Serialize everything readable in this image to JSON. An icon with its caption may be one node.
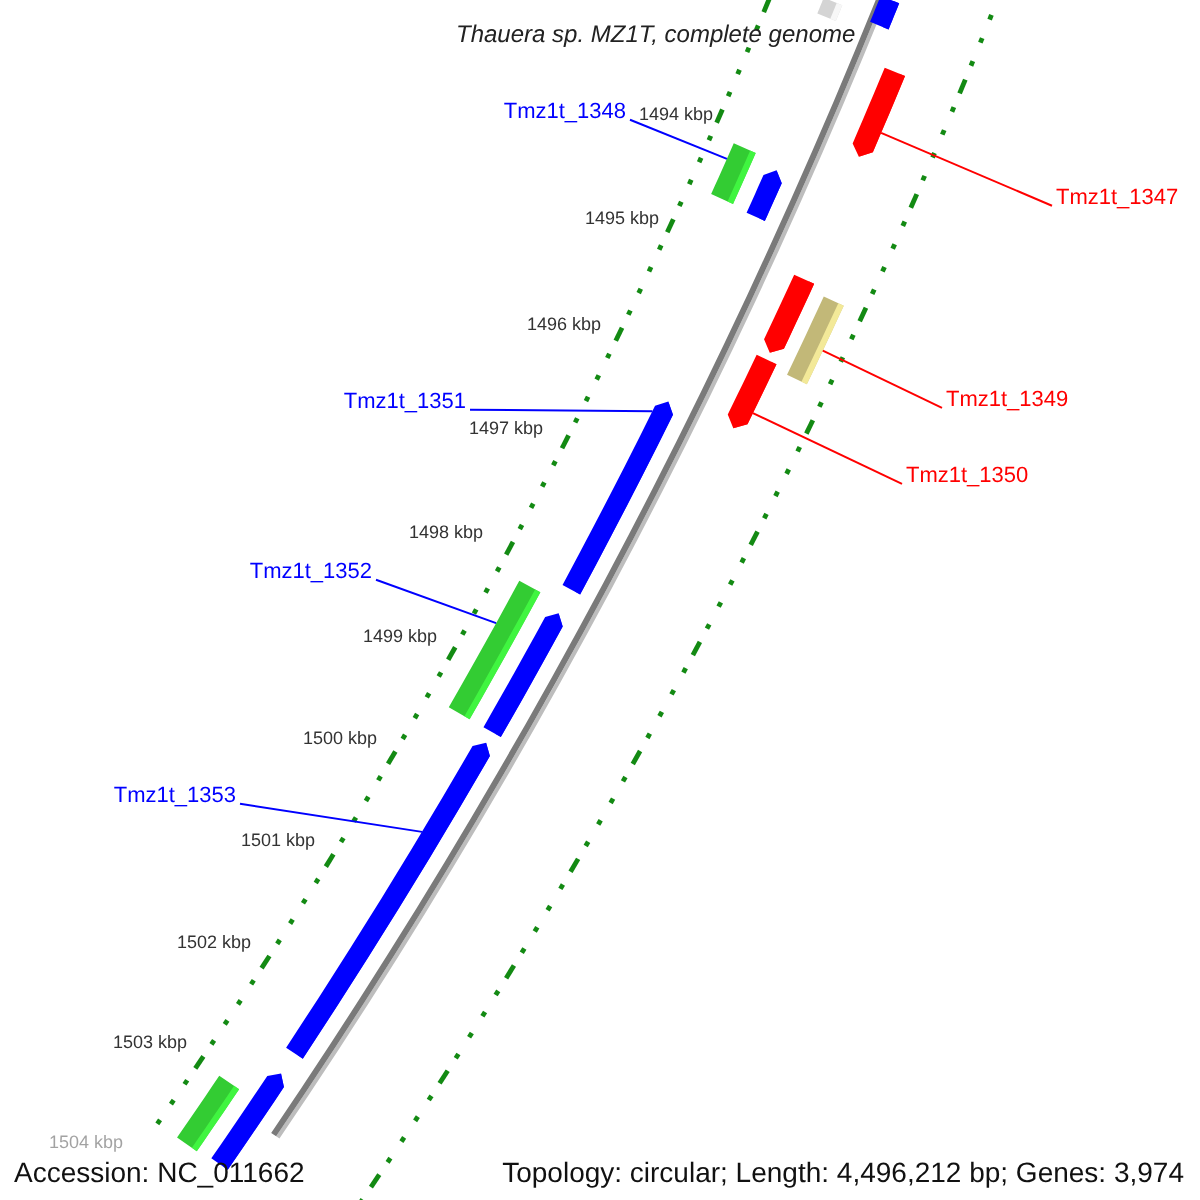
{
  "diagram": {
    "title": "Thauera sp. MZ1T, complete genome",
    "nodes": [
      {
        "text": [
          "Tmz1t_1348"
        ]
      },
      {
        "text": [],
        "shape": "bar"
      },
      {
        "text": [],
        "shape": "bar"
      },
      {
        "text": [],
        "shape": "bar"
      },
      {
        "text": [],
        "shape": "bar"
      },
      {
        "text": [],
        "shape": "bar"
      },
      {
        "text": [
          "Tmz1t_1347"
        ]
      },
      {
        "text": [],
        "shape": "bar"
      },
      {
        "text": [],
        "shape": "bar"
      },
      {
        "text": [],
        "shape": "bar"
      },
      {
        "text": [
          "Tmz1t_1349"
        ]
      },
      {
        "text": [
          "Tmz1t_1351"
        ]
      },
      {
        "text": [],
        "shape": "bar"
      },
      {
        "text": [
          "Tmz1t_1350"
        ]
      },
      {
        "text": [
          "Tmz1t_1352"
        ]
      },
      {
        "text": [],
        "shape": "bar"
      },
      {
        "text": [],
        "shape": "bar"
      },
      {
        "text": [],
        "shape": "bar"
      },
      {
        "text": [
          "Tmz1t_1353"
        ]
      },
      {
        "text": [],
        "shape": "bar"
      },
      {
        "text": [],
        "shape": "bar"
      }
    ],
    "edges": [
      {
        "from": 0,
        "to": 4,
        "arrow": "none"
      },
      {
        "from": 6,
        "to": 3,
        "arrow": "none",
        "color": "#ff0000"
      },
      {
        "from": 10,
        "to": 8,
        "arrow": "none",
        "color": "#ff0000"
      },
      {
        "from": 13,
        "to": 9,
        "arrow": "none",
        "color": "#ff0000"
      },
      {
        "from": 11,
        "to": 12,
        "arrow": "none"
      },
      {
        "from": 14,
        "to": 15,
        "arrow": "none"
      },
      {
        "from": 18,
        "to": 17,
        "arrow": "none"
      }
    ],
    "labels": [
      "1494 kbp",
      "1495 kbp",
      "1496 kbp",
      "1497 kbp",
      "1498 kbp",
      "1499 kbp",
      "1500 kbp",
      "1501 kbp",
      "1502 kbp",
      "1503 kbp",
      "1504 kbp",
      "Accession: NC_011662",
      "Topology: circular; Length: 4,496,212 bp; Genes: 3,974"
    ]
  }
}
